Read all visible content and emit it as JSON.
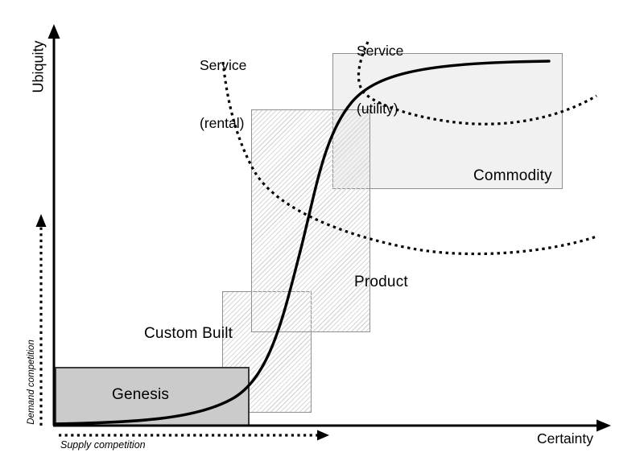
{
  "diagram": {
    "type": "wardley-evolution-curve",
    "axes": {
      "y_label": "Ubiquity",
      "x_label": "Certainty"
    },
    "competition": {
      "demand_label": "Demand competition",
      "supply_label": "Supply competition"
    },
    "stages": [
      {
        "label": "Genesis",
        "style": "solid-gray-box"
      },
      {
        "label": "Custom Built",
        "style": "hatched-box"
      },
      {
        "label": "Product",
        "style": "hatched-box"
      },
      {
        "label": "Commodity",
        "style": "light-gray-box"
      }
    ],
    "service_annotations": [
      {
        "line1": "Service",
        "line2": "(rental)"
      },
      {
        "line1": "Service",
        "line2": "(utility)"
      }
    ],
    "colors": {
      "curve": "#000000",
      "genesis_fill": "#cbcbcb",
      "genesis_border": "#3a3a3a",
      "commodity_fill": "#f1f1f1",
      "hatch_line": "#d9d9d9",
      "box_border": "#909090",
      "background": "#ffffff"
    }
  }
}
